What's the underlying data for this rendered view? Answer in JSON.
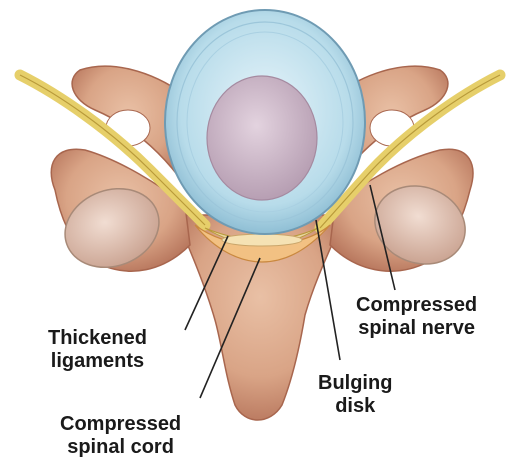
{
  "labels": {
    "thickened_ligaments": [
      "Thickened",
      "ligaments"
    ],
    "compressed_spinal_nerve": [
      "Compressed",
      "spinal nerve"
    ],
    "bulging_disk": [
      "Bulging",
      "disk"
    ],
    "compressed_spinal_cord": [
      "Compressed",
      "spinal cord"
    ]
  },
  "colors": {
    "bone": "#d9a486",
    "bone_shadow": "#b5735a",
    "disk_outer": "#b8dcea",
    "disk_inner": "#c9b4c4",
    "nerve": "#e6cf6a",
    "ligament": "#f2c183",
    "leader_line": "#222222",
    "label_text": "#1a1a1a"
  }
}
